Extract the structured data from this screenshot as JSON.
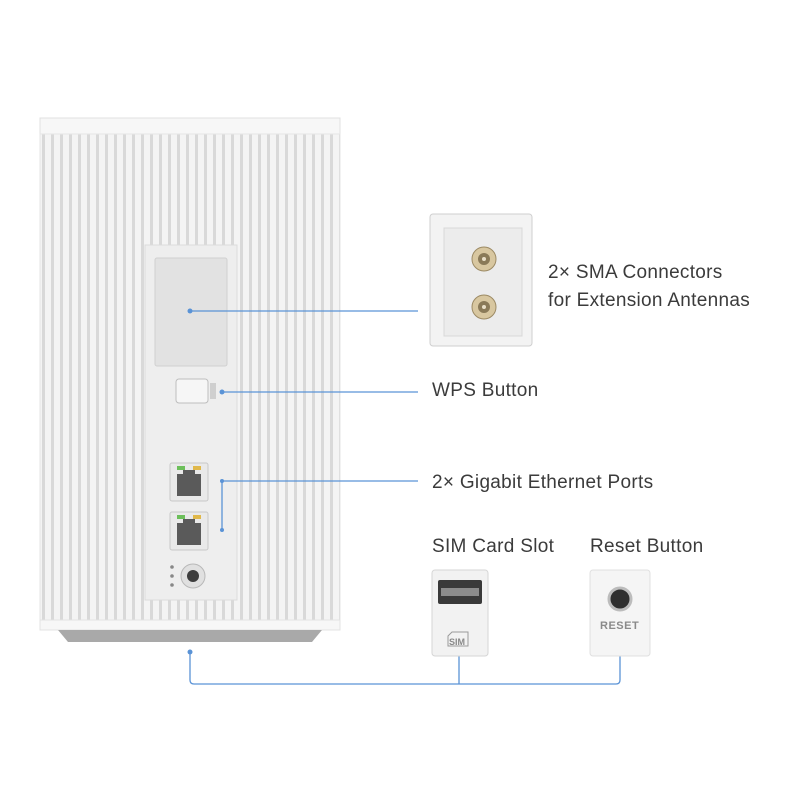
{
  "callouts": {
    "sma": {
      "line1": "2× SMA Connectors",
      "line2": "for Extension Antennas"
    },
    "wps": "WPS Button",
    "ethernet": "2× Gigabit Ethernet Ports",
    "sim": "SIM Card Slot",
    "reset": "Reset Button"
  },
  "detail_labels": {
    "sim_slot": "SIM",
    "reset": "RESET"
  },
  "colors": {
    "callout_line": "#5a93d6",
    "body": "#f2f2f2",
    "panel": "#e4e4e4"
  }
}
